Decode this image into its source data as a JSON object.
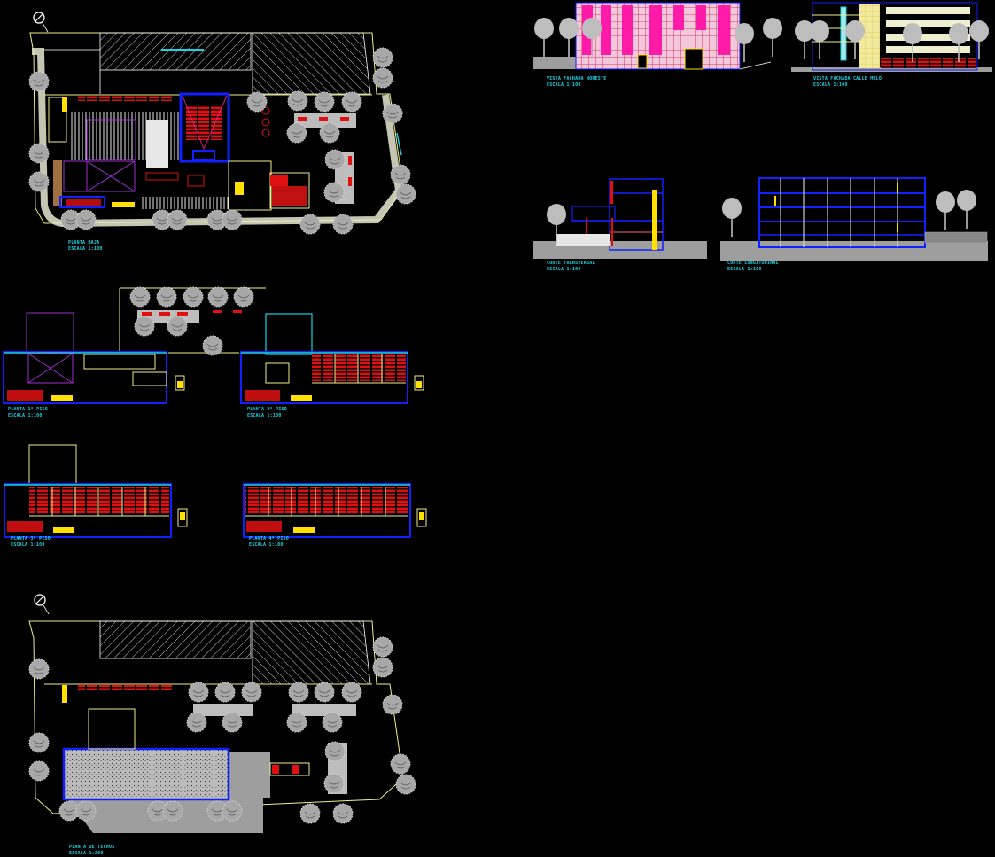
{
  "sheet": {
    "background": "#000000",
    "colors": {
      "wall": "#f2f08a",
      "structure": "#1020ff",
      "furniture": "#ff1a1a",
      "label": "#19d3e6",
      "tree": "#bdbdbd",
      "facade_magenta": "#ff1aa8",
      "hatch": "#ffffff"
    }
  },
  "drawings": [
    {
      "id": "planta-baja",
      "title": "PLANTA BAJA",
      "scale": "ESCALA 1:100"
    },
    {
      "id": "vista-noreste",
      "title": "VISTA FACHADA NORESTE",
      "scale": "ESCALA 1:100"
    },
    {
      "id": "vista-calle",
      "title": "VISTA FACHADA CALLE MELO",
      "scale": "ESCALA 1:100"
    },
    {
      "id": "corte-transversal",
      "title": "CORTE TRANSVERSAL",
      "scale": "ESCALA 1:100"
    },
    {
      "id": "corte-longitudinal",
      "title": "CORTE LONGITUDINAL",
      "scale": "ESCALA 1:100"
    },
    {
      "id": "planta-1",
      "title": "PLANTA 1º PISO",
      "scale": "ESCALA 1:100"
    },
    {
      "id": "planta-2",
      "title": "PLANTA 2º PISO",
      "scale": "ESCALA 1:100"
    },
    {
      "id": "planta-3",
      "title": "PLANTA 3º PISO",
      "scale": "ESCALA 1:100"
    },
    {
      "id": "planta-4",
      "title": "PLANTA 4º PISO",
      "scale": "ESCALA 1:100"
    },
    {
      "id": "planta-techos",
      "title": "PLANTA DE TECHOS",
      "scale": "ESCALA 1:200"
    }
  ]
}
